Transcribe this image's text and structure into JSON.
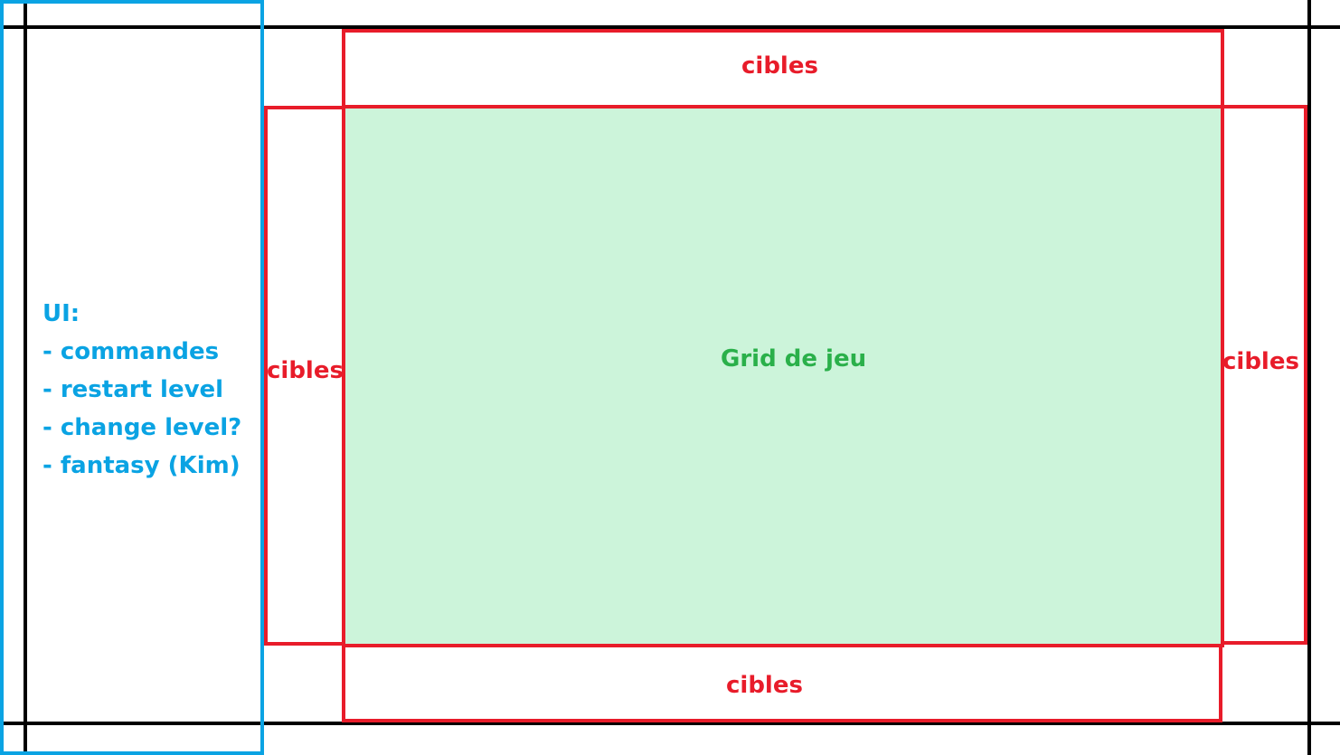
{
  "ui_panel": {
    "heading": "UI:",
    "items": [
      "- commandes",
      "- restart level",
      "- change level?",
      "- fantasy (Kim)"
    ]
  },
  "targets": {
    "top_label": "cibles",
    "left_label": "cibles",
    "right_label": "cibles",
    "bottom_label": "cibles"
  },
  "game_grid": {
    "label": "Grid de jeu"
  },
  "colors": {
    "target_border": "#e81c2a",
    "ui_border": "#0aa3e3",
    "grid_fill": "#ccf4da",
    "grid_label": "#2ab04a",
    "frame_lines": "#000000"
  }
}
